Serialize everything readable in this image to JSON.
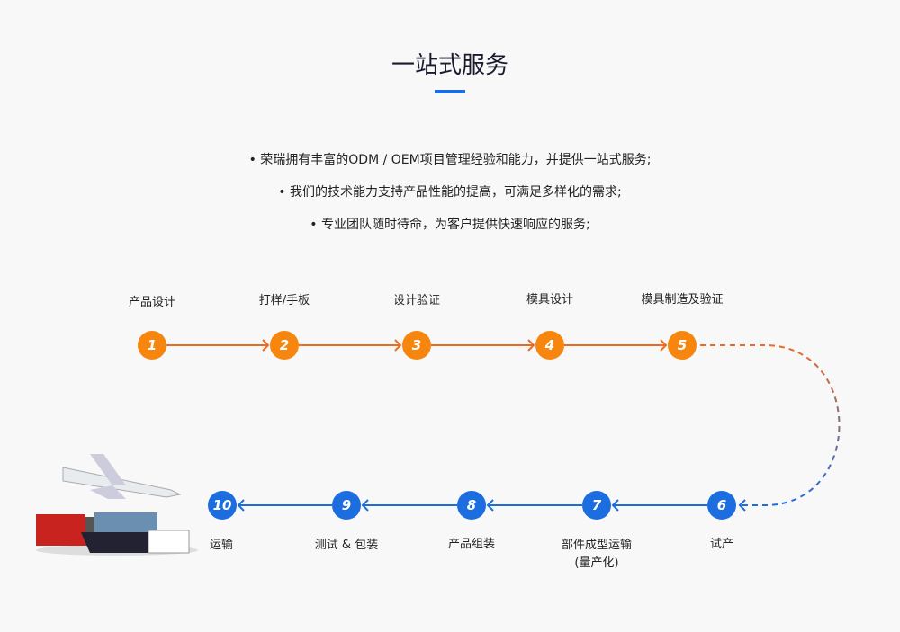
{
  "title": "一站式服务",
  "bullets": [
    "• 荣瑞拥有丰富的ODM / OEM项目管理经验和能力，并提供一站式服务;",
    "• 我们的技术能力支持产品性能的提高，可满足多样化的需求;",
    "• 专业团队随时待命，为客户提供快速响应的服务;"
  ],
  "steps": [
    {
      "num": "1",
      "label": "产品设计"
    },
    {
      "num": "2",
      "label": "打样/手板"
    },
    {
      "num": "3",
      "label": "设计验证"
    },
    {
      "num": "4",
      "label": "模具设计"
    },
    {
      "num": "5",
      "label": "模具制造及验证"
    },
    {
      "num": "6",
      "label": "试产"
    },
    {
      "num": "7",
      "label": "部件成型运输",
      "label2": "(量产化)"
    },
    {
      "num": "8",
      "label": "产品组装"
    },
    {
      "num": "9",
      "label": "测试 & 包装"
    },
    {
      "num": "10",
      "label": "运输"
    }
  ],
  "colors": {
    "orange": "#f7860f",
    "line_orange": "#f06a1e",
    "blue": "#1c6de0"
  }
}
